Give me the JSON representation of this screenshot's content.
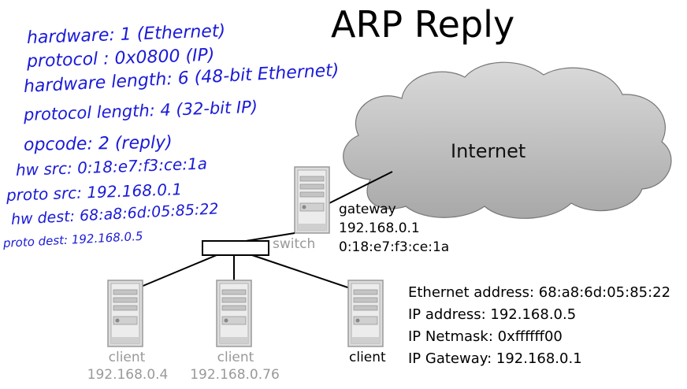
{
  "title": "ARP Reply",
  "handwritten": [
    "hardware: 1 (Ethernet)",
    "protocol : 0x0800 (IP)",
    "hardware length: 6 (48-bit Ethernet)",
    "protocol length: 4 (32-bit IP)",
    "opcode: 2 (reply)",
    "hw src: 0:18:e7:f3:ce:1a",
    "proto src: 192.168.0.1",
    "hw dest: 68:a8:6d:05:85:22",
    "proto dest: 192.168.0.5"
  ],
  "cloud": {
    "label": "Internet"
  },
  "switch": {
    "label": "switch"
  },
  "gateway": {
    "name": "gateway",
    "ip": "192.168.0.1",
    "mac": "0:18:e7:f3:ce:1a"
  },
  "clients": [
    {
      "name": "client",
      "ip": "192.168.0.4"
    },
    {
      "name": "client",
      "ip": "192.168.0.76"
    },
    {
      "name": "client"
    }
  ],
  "target_info": {
    "ethernet": "Ethernet address: 68:a8:6d:05:85:22",
    "ip": "IP address: 192.168.0.5",
    "netmask": "IP Netmask: 0xffffff00",
    "gateway": "IP Gateway: 192.168.0.1"
  },
  "colors": {
    "handwriting": "#1a1ad8",
    "cloud_fill": "#c8c8c8",
    "server_fill": "#d9d9d9",
    "gray_text": "#999999"
  }
}
